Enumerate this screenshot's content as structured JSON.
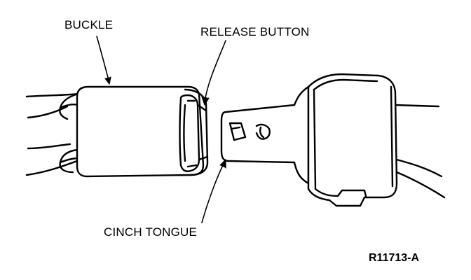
{
  "labels": {
    "buckle": "BUCKLE",
    "release_button": "RELEASE BUTTON",
    "cinch_tongue": "CINCH TONGUE"
  },
  "reference_code": "R11713-A",
  "colors": {
    "ink": "#000000",
    "paper": "#ffffff"
  }
}
